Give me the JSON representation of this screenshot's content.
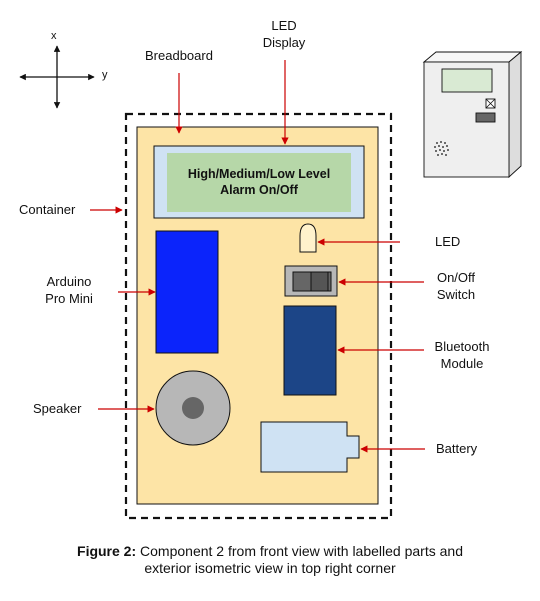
{
  "axes": {
    "x": "x",
    "y": "y"
  },
  "labels": {
    "led_display": [
      "LED",
      "Display"
    ],
    "breadboard": "Breadboard",
    "container": "Container",
    "arduino": [
      "Arduino",
      "Pro Mini"
    ],
    "speaker": "Speaker",
    "led": "LED",
    "switch": [
      "On/Off",
      "Switch"
    ],
    "bluetooth": [
      "Bluetooth",
      "Module"
    ],
    "battery": "Battery"
  },
  "display_text": [
    "High/Medium/Low Level",
    "Alarm On/Off"
  ],
  "caption": {
    "prefix": "Figure 2:",
    "line1": " Component 2 from front view with labelled parts and",
    "line2": "exterior isometric view in top right corner"
  },
  "colors": {
    "breadboard": "#fde4a6",
    "display_frame": "#cfe2f3",
    "display_screen": "#b6d7a8",
    "arduino": "#0b24fb",
    "bluetooth": "#1c4587",
    "battery": "#cfe2f3",
    "speaker_outer": "#b7b7b7",
    "speaker_inner": "#666666",
    "led": "#fff2cc",
    "switch_body": "#b7b7b7",
    "arrow": "#cc0000",
    "housing": "#efefef",
    "housing_screen": "#d9ead3"
  }
}
